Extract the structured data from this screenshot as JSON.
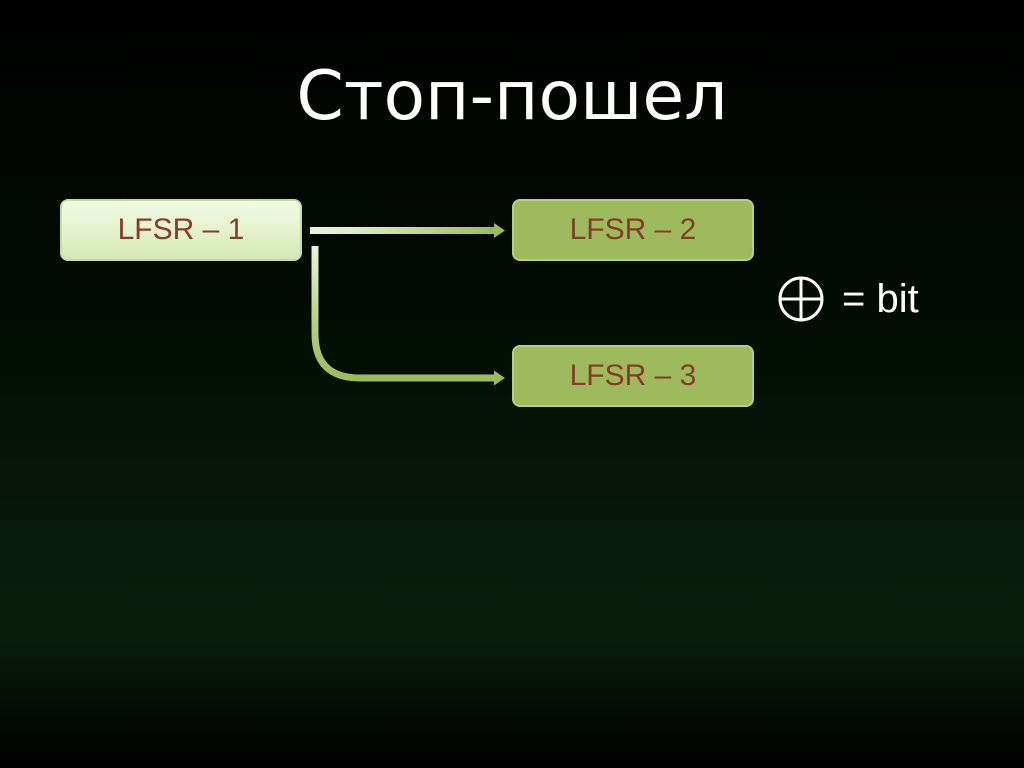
{
  "slide": {
    "title": "Стоп-пошел"
  },
  "diagram": {
    "nodes": [
      {
        "id": "lfsr1",
        "label": "LFSR – 1"
      },
      {
        "id": "lfsr2",
        "label": "LFSR – 2"
      },
      {
        "id": "lfsr3",
        "label": "LFSR – 3"
      }
    ],
    "edges": [
      {
        "from": "lfsr1",
        "to": "lfsr2"
      },
      {
        "from": "lfsr1",
        "to": "lfsr3"
      }
    ],
    "legend": {
      "symbol_icon": "circled-plus-icon",
      "text": "= bit"
    }
  },
  "colors": {
    "title_text": "#ffffff",
    "node_text": "#8b3a2a",
    "node1_fill": "#e3f2cc",
    "node_fill": "#9dbb5c",
    "arrow": "#a9c86a"
  }
}
